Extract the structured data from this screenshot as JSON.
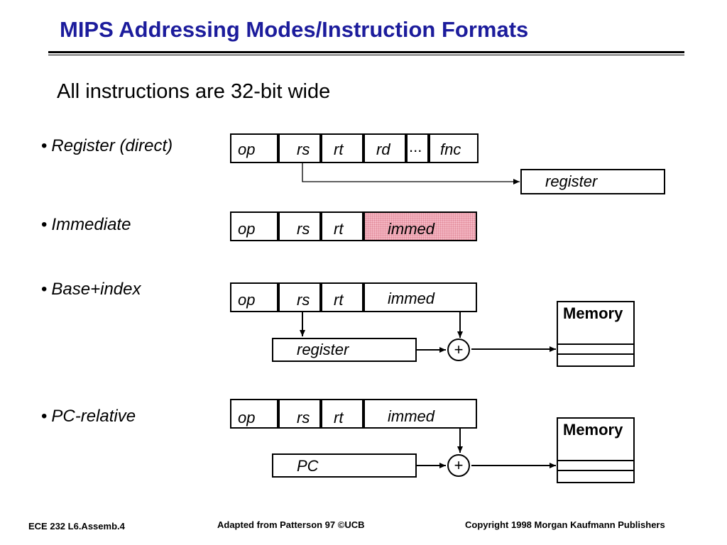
{
  "title": "MIPS Addressing Modes/Instruction Formats",
  "subtitle": "All instructions are 32-bit wide",
  "modes": [
    {
      "label": "Register (direct)",
      "fields": [
        "op",
        "rs",
        "rt",
        "rd",
        "...",
        "fnc"
      ],
      "target": "register"
    },
    {
      "label": "Immediate",
      "fields": [
        "op",
        "rs",
        "rt",
        "immed"
      ]
    },
    {
      "label": "Base+index",
      "fields": [
        "op",
        "rs",
        "rt",
        "immed"
      ],
      "source": "register",
      "operator": "+",
      "memory": "Memory"
    },
    {
      "label": "PC-relative",
      "fields": [
        "op",
        "rs",
        "rt",
        "immed"
      ],
      "source": "PC",
      "operator": "+",
      "memory": "Memory"
    }
  ],
  "footer": {
    "left": "ECE 232  L6.Assemb.4",
    "center": "Adapted from Patterson 97 ©UCB",
    "right": "Copyright 1998 Morgan Kaufmann Publishers"
  },
  "colors": {
    "title": "#1c1c9c",
    "highlight": "#f4b6c2"
  }
}
